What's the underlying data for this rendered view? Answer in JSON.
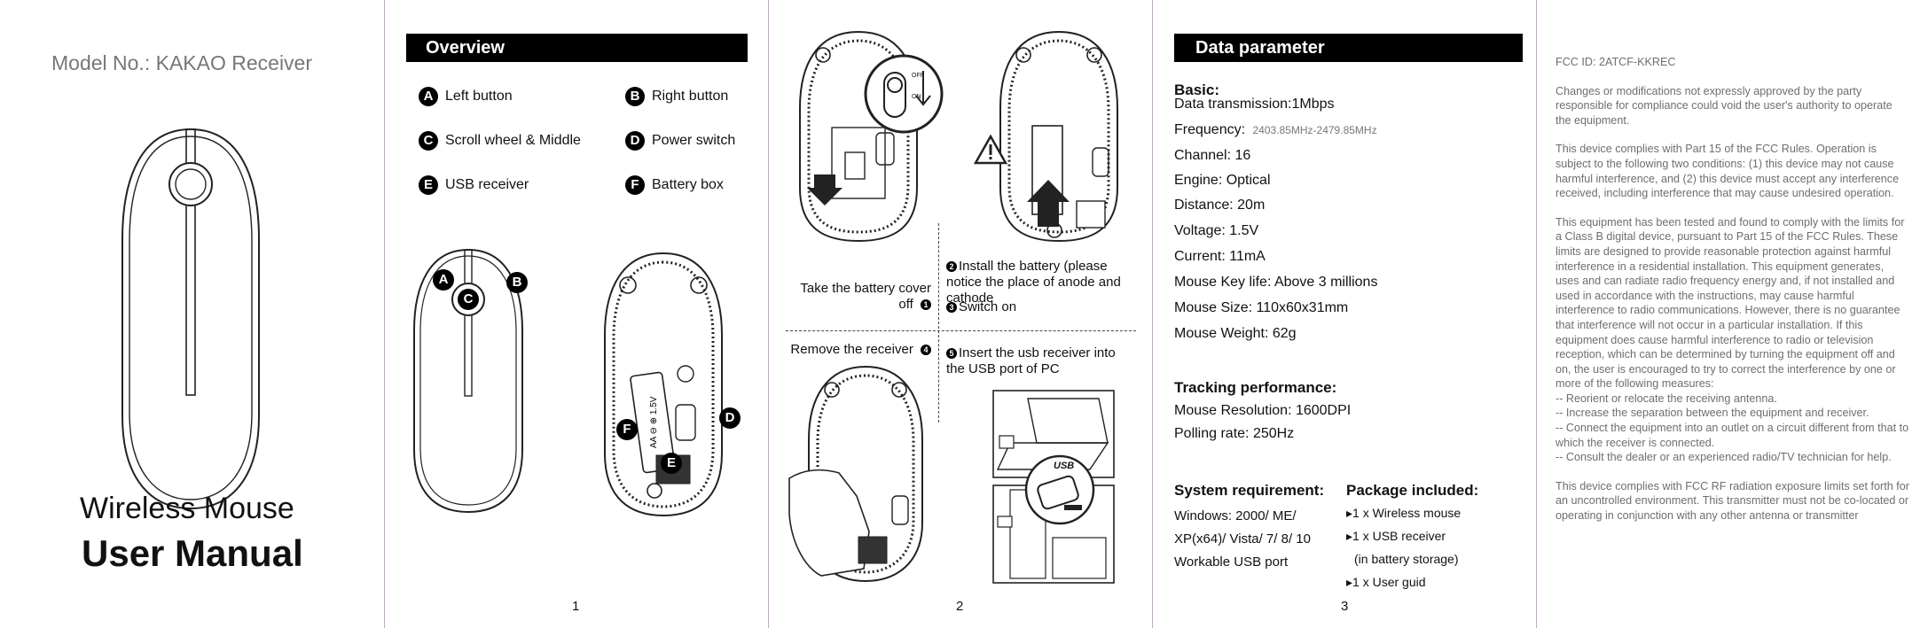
{
  "cover": {
    "model": "Model No.: KAKAO Receiver",
    "title_line1": "Wireless Mouse",
    "title_line2": "User Manual"
  },
  "overview": {
    "heading": "Overview",
    "items": [
      {
        "letter": "A",
        "label": "Left button"
      },
      {
        "letter": "B",
        "label": "Right button"
      },
      {
        "letter": "C",
        "label": "Scroll wheel & Middle"
      },
      {
        "letter": "D",
        "label": "Power switch"
      },
      {
        "letter": "E",
        "label": "USB receiver"
      },
      {
        "letter": "F",
        "label": "Battery box"
      }
    ],
    "page": "1",
    "diagram_letters": [
      "A",
      "B",
      "C",
      "D",
      "E",
      "F"
    ]
  },
  "install": {
    "step1": "Take the battery cover off",
    "step2": "Install the battery (please notice the place of anode and cathode",
    "step3": "Switch on",
    "step4": "Remove the receiver",
    "step5": "Insert the usb receiver into the USB port of PC",
    "nums": [
      "1",
      "2",
      "3",
      "4",
      "5"
    ],
    "switch_off": "OFF",
    "switch_on": "ON",
    "usb_label": "USB",
    "page": "2"
  },
  "params": {
    "heading": "Data parameter",
    "basic_title": "Basic:",
    "basic": [
      "Data transmission:1Mbps",
      "Frequency:",
      "Channel: 16",
      "Engine: Optical",
      "Distance: 20m",
      "Voltage: 1.5V",
      "Current: 11mA",
      "Mouse Key life: Above 3 millions",
      "Mouse Size: 110x60x31mm",
      "Mouse Weight: 62g"
    ],
    "frequency_value": "2403.85MHz-2479.85MHz",
    "tracking_title": "Tracking performance:",
    "tracking": [
      "Mouse Resolution: 1600DPI",
      "Polling rate: 250Hz"
    ],
    "system_title": "System requirement:",
    "system": [
      "Windows: 2000/ ME/",
      "XP(x64)/ Vista/ 7/ 8/ 10",
      "Workable USB port"
    ],
    "package_title": "Package included:",
    "package": [
      "▸1 x Wireless mouse",
      "▸1 x USB receiver",
      "(in battery storage)",
      "▸1 x User guid"
    ],
    "page": "3"
  },
  "fcc": {
    "id": "FCC ID: 2ATCF-KKREC",
    "para1": "Changes or modifications not expressly approved by the party responsible for compliance could void the user's authority to operate the equipment.",
    "para2": "This device complies with Part 15 of the FCC Rules. Operation is subject to the following two conditions: (1) this device may not cause harmful interference, and (2) this device must accept any interference received, including interference that may cause undesired operation.",
    "para3": "This equipment has been tested and found to comply with the limits for a Class B digital device, pursuant to Part 15 of the FCC Rules. These limits are designed to provide reasonable protection against harmful interference in a residential installation. This equipment generates, uses and can radiate radio frequency energy and, if not installed and used in accordance with the instructions, may cause harmful interference to radio communications. However, there is no guarantee that interference will not occur in a particular installation. If this equipment does cause harmful interference to radio or television reception, which can be determined by turning the equipment off and on, the user is encouraged to try to correct the interference by one or more of the following measures:",
    "measures": [
      "-- Reorient or relocate the receiving antenna.",
      "-- Increase the separation between the equipment and receiver.",
      "-- Connect the equipment into an outlet on a circuit different from that to which the receiver is connected.",
      "-- Consult the dealer or an experienced radio/TV technician for help."
    ],
    "para4": "This device complies with FCC RF radiation exposure limits set forth for an uncontrolled environment. This transmitter must not be co-located or operating in conjunction with any other antenna or transmitter"
  }
}
